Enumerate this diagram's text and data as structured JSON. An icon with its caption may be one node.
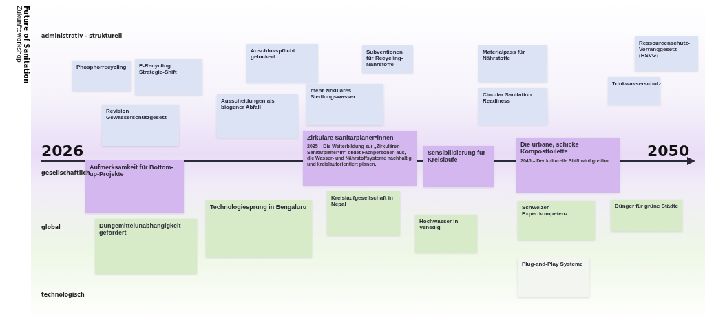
{
  "diagram": {
    "title": "Future of Sanitation",
    "nodes": [
      {
        "text": [
          "Phosphorrecycling"
        ]
      },
      {
        "text": [
          "P-Recycling: Strategie-Shift"
        ]
      },
      {
        "text": [
          "Revision Gewässerschutzgesetz"
        ]
      },
      {
        "text": [
          "Ausscheidungen als biogener Abfall"
        ]
      },
      {
        "text": [
          "Anschlusspflicht gelockert"
        ]
      },
      {
        "text": [
          "mehr zirkuläres Siedlungswasser"
        ]
      },
      {
        "text": [
          "Subventionen für Recycling-Nährstoffe"
        ]
      },
      {
        "text": [
          "Materialpass für Nährstoffe"
        ]
      },
      {
        "text": [
          "Circular Sanitation Readiness"
        ]
      },
      {
        "text": [
          "Ressourcenschutz-Vorranggesetz (RSVG)"
        ]
      },
      {
        "text": [
          "Trinkwasserschutz"
        ]
      },
      {
        "text": [
          "Aufmerksamkeit für Bottom-up-Projekte"
        ]
      },
      {
        "text": [
          "Zirkuläre Sanitärplaner*innen",
          "2035 – Die Weiterbildung zur „Zirkulären Sanitärplaner*in“ bildet Fachpersonen aus, die Wasser- und Nährstoffsysteme nachhaltig und kreislauforientiert planen."
        ]
      },
      {
        "text": [
          "Sensibilisierung für Kreisläufe"
        ]
      },
      {
        "text": [
          "Die urbane, schicke Komposttoilette",
          "2046 – Der kulturelle Shift wird greifbar"
        ]
      },
      {
        "text": [
          "Düngemittelunabhängigkeit gefordert"
        ]
      },
      {
        "text": [
          "Technologiesprung in Bengaluru"
        ]
      },
      {
        "text": [
          "Kreislaufgesellschaft in Nepal"
        ]
      },
      {
        "text": [
          "Hochwasser in Venedig"
        ]
      },
      {
        "text": [
          "Schweizer Expertkompetenz"
        ]
      },
      {
        "text": [
          "Dünger für grüne Städte"
        ]
      },
      {
        "text": [
          "Plug-and-Play Systeme"
        ]
      }
    ],
    "labels": [
      "Zukunftsworkshop",
      "administrativ - strukturell",
      "2026",
      "2050",
      "gesellschaftlich",
      "global",
      "technologisch"
    ]
  }
}
